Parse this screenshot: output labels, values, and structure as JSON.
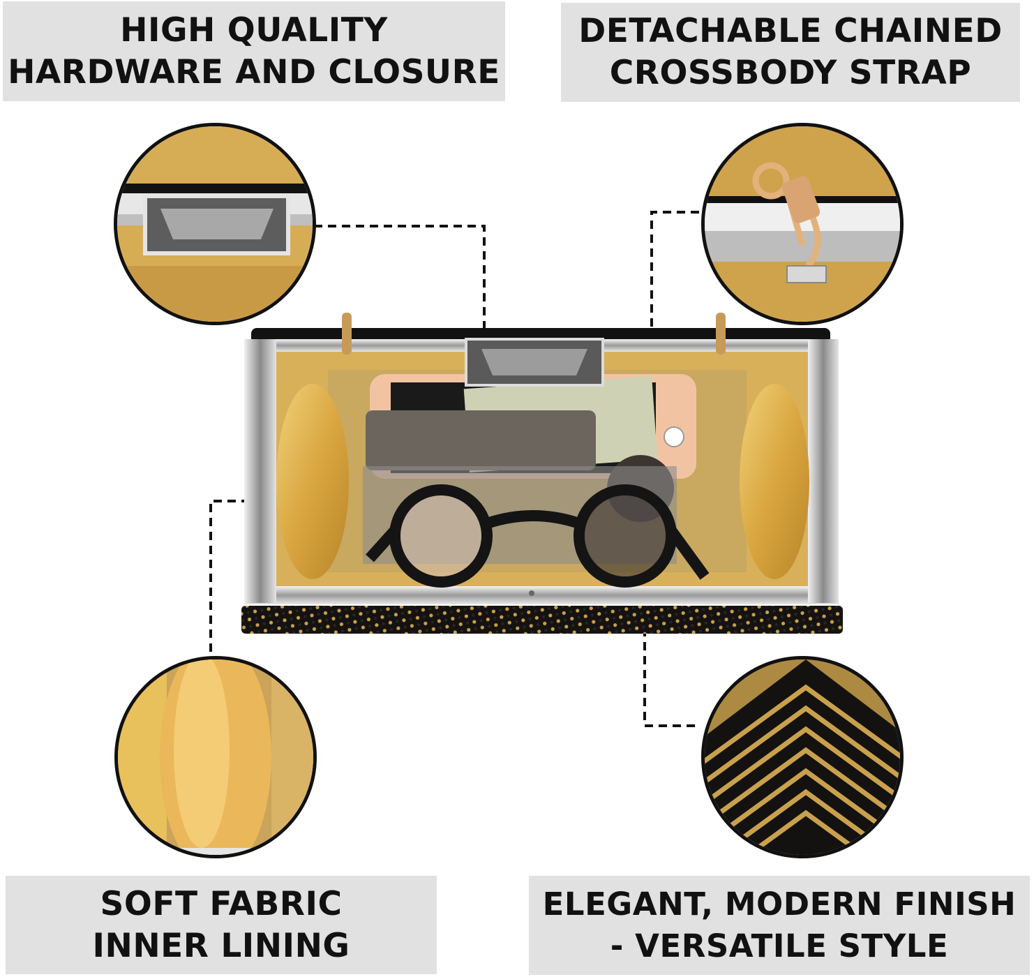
{
  "features": {
    "top_left": {
      "line1": "HIGH QUALITY",
      "line2": "HARDWARE AND CLOSURE"
    },
    "top_right": {
      "line1": "DETACHABLE CHAINED",
      "line2": "CROSSBODY STRAP"
    },
    "bottom_left": {
      "line1": "SOFT FABRIC",
      "line2": "INNER LINING"
    },
    "bottom_right": {
      "line1": "ELEGANT, MODERN FINISH",
      "line2": "- VERSATILE STYLE"
    }
  },
  "colors": {
    "label_background": "#e1e1e1",
    "label_text": "#111111",
    "lining_gold": "#e0b24a",
    "frame_silver": "#c9c9c9",
    "beading_black": "#141210"
  },
  "icons": [
    "clasp-icon",
    "chain-hook-icon",
    "lining-icon",
    "beading-pattern-icon"
  ]
}
